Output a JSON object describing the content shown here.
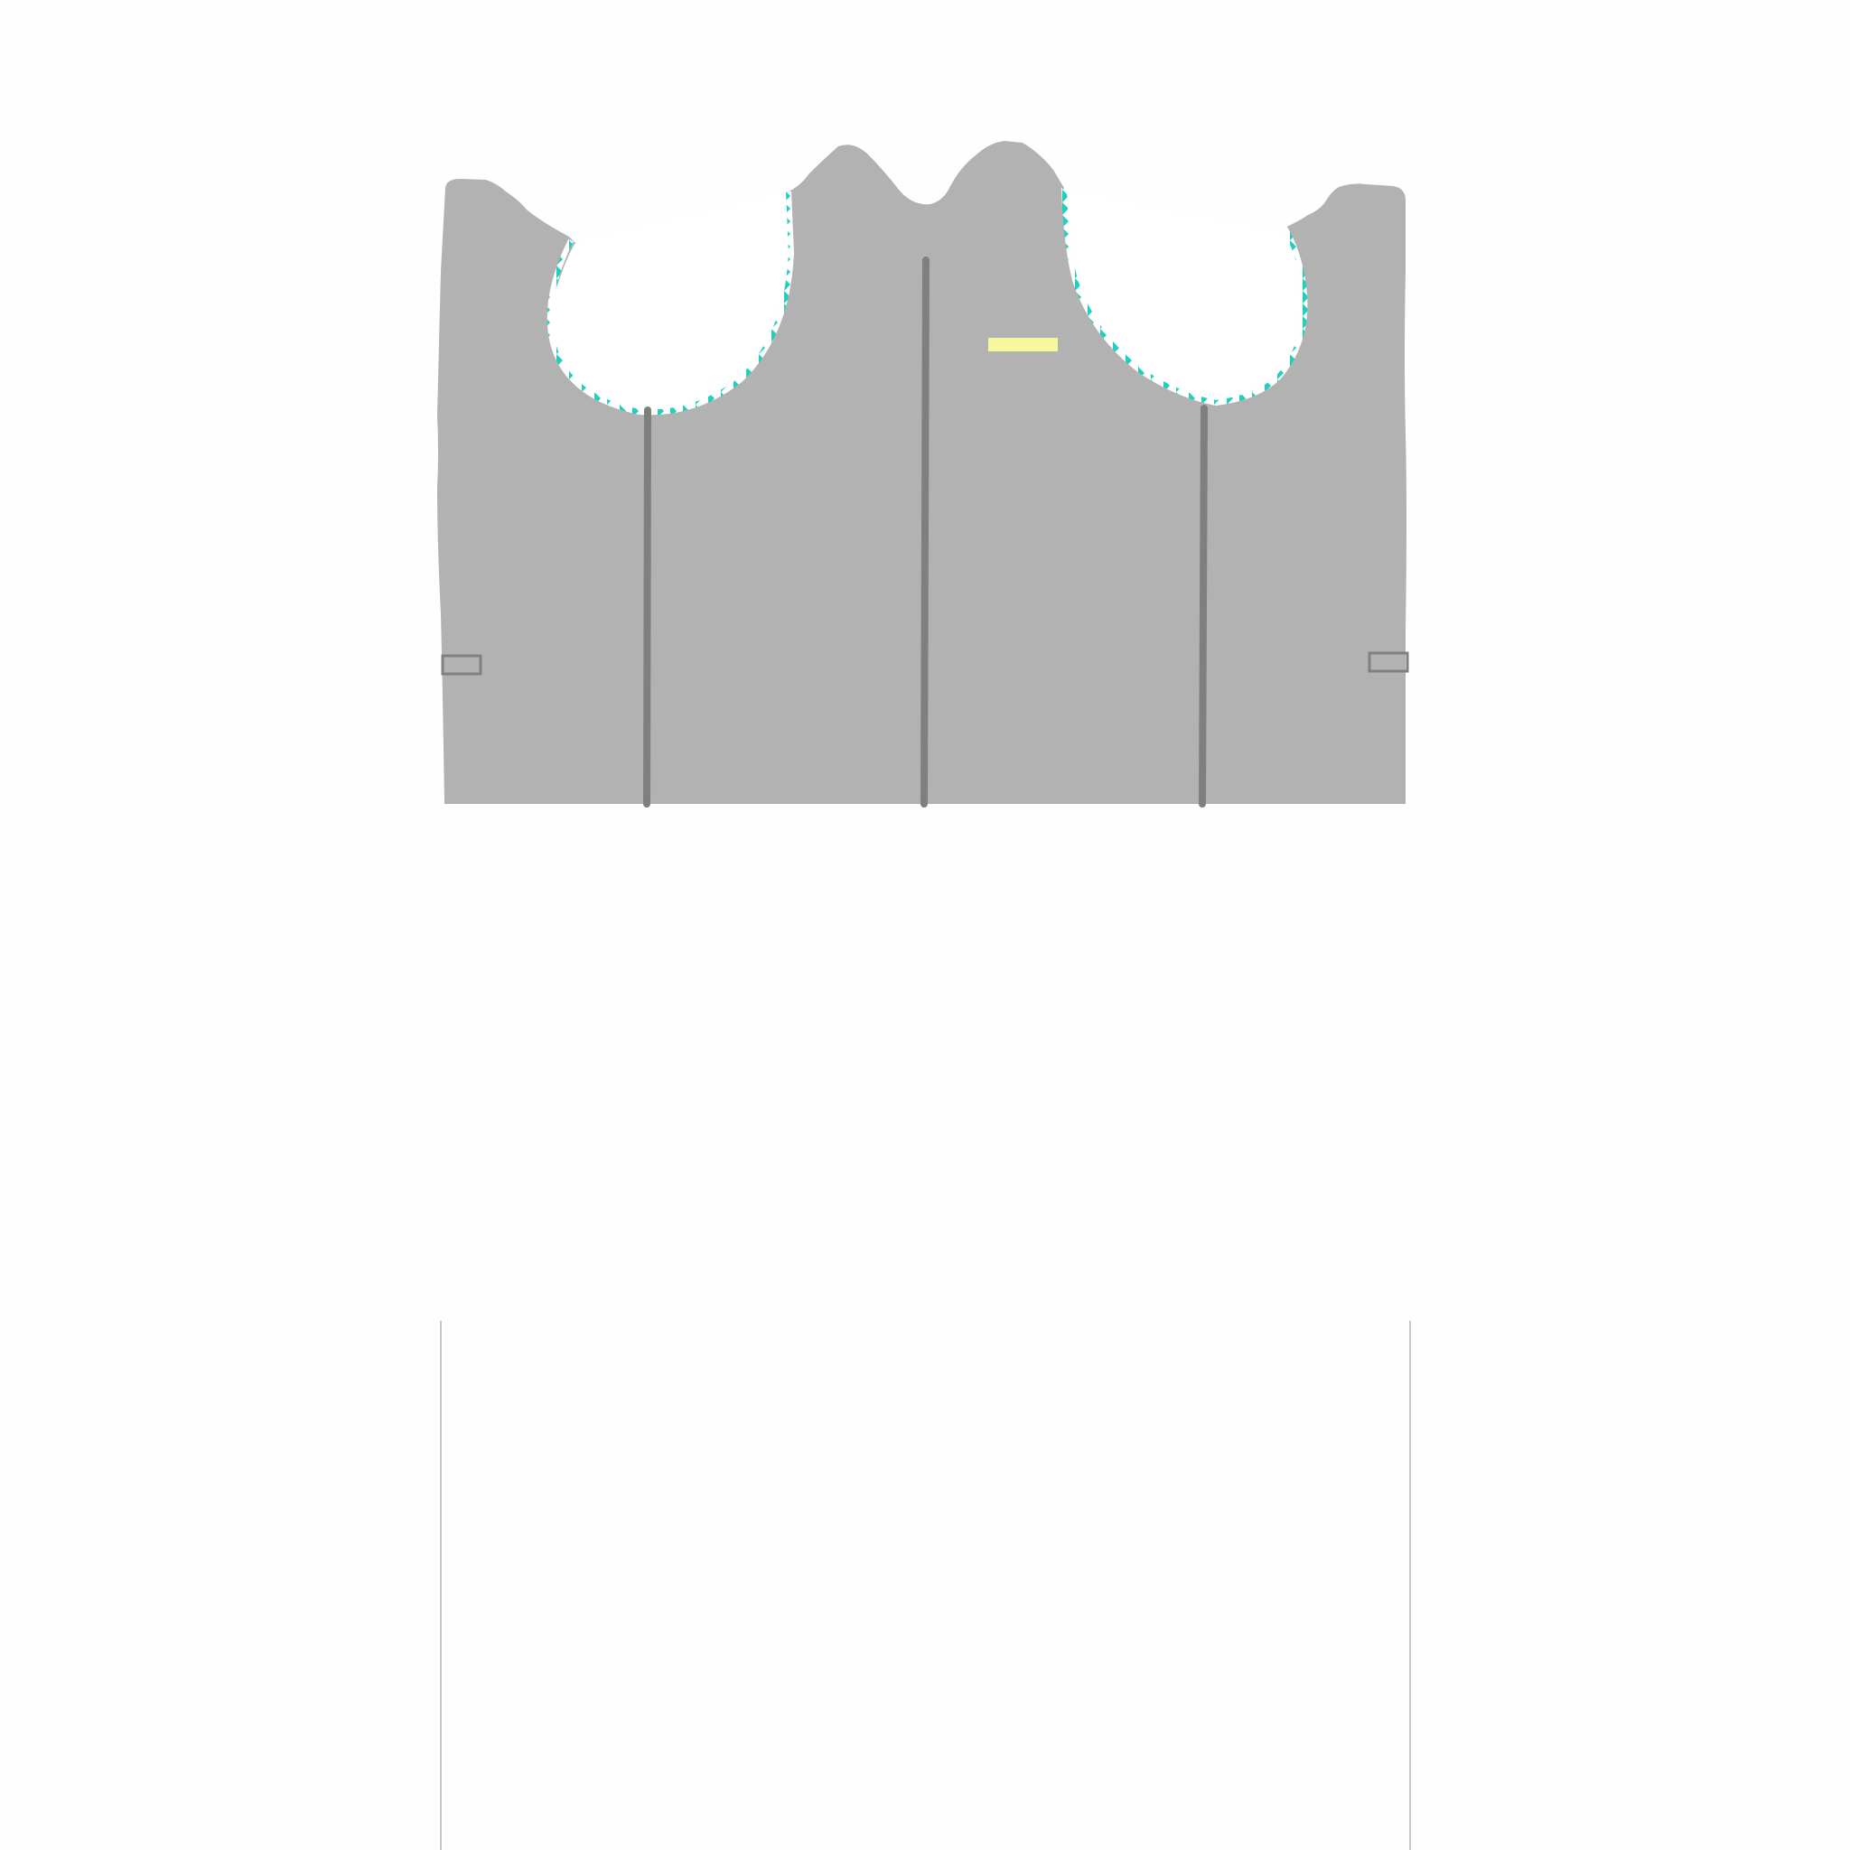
{
  "colors": {
    "background": "#fefefe",
    "garment_fill": "#b2b2b2",
    "seam_line": "#7f7f7f",
    "pocket_outline": "#808080",
    "zigzag_trim": "#21cfbe",
    "label_patch": "#f7f79e",
    "guide_line": "#c8c8c8"
  },
  "pattern": {
    "pieces": [
      "left-panel",
      "center-panel",
      "right-panel"
    ],
    "seams": 3,
    "pockets": 2,
    "scalloped_openings": 2,
    "label_patches": 1
  }
}
